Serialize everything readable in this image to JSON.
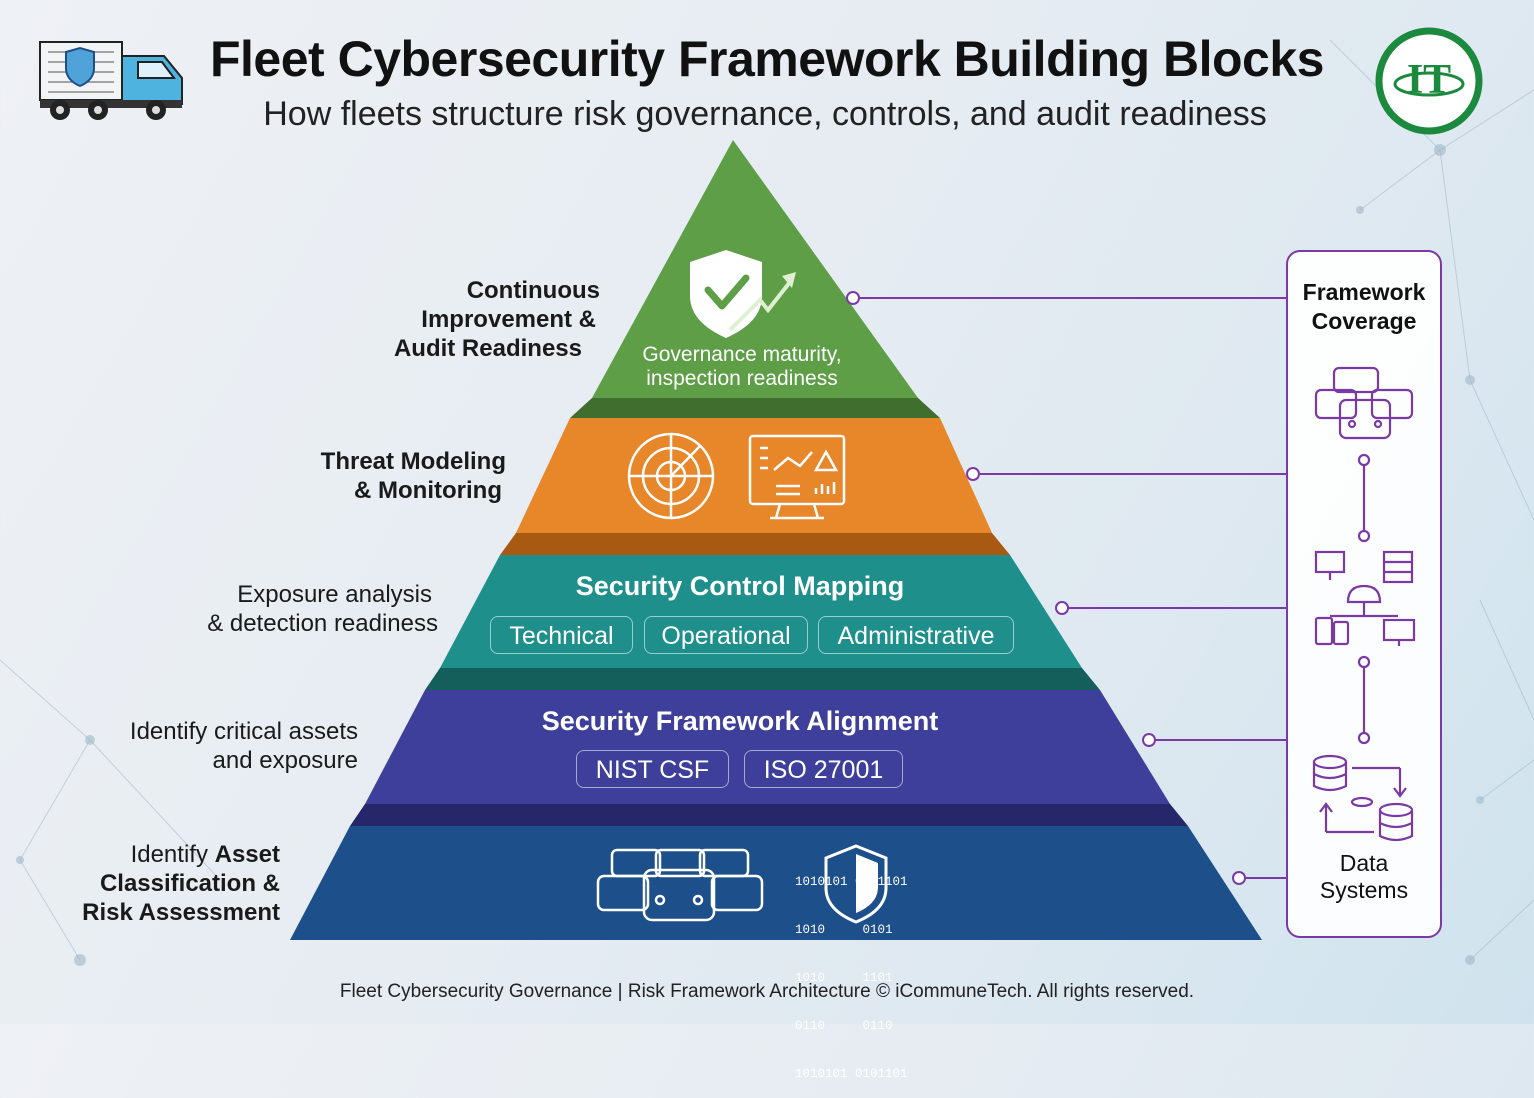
{
  "header": {
    "title": "Fleet Cybersecurity Framework Building Blocks",
    "subtitle": "How fleets structure risk governance, controls, and audit readiness",
    "logo_text": "IT"
  },
  "tiers": [
    {
      "label_lines": [
        "Continuous",
        "Improvement &",
        "Audit Readiness"
      ],
      "inner_text_lines": [
        "Governance maturity,",
        "inspection readiness"
      ],
      "color": "#5d9e46"
    },
    {
      "label_lines": [
        "Threat Modeling",
        "& Monitoring"
      ],
      "color": "#e8862a"
    },
    {
      "label_lines": [
        "Exposure analysis",
        "& detection readiness"
      ],
      "title": "Security Control Mapping",
      "pills": [
        "Technical",
        "Operational",
        "Administrative"
      ],
      "color": "#1f8f8c"
    },
    {
      "label_lines": [
        "Identify critical assets",
        "and exposure"
      ],
      "title": "Security Framework Alignment",
      "pills": [
        "NIST CSF",
        "ISO 27001"
      ],
      "color": "#3d3f9a"
    },
    {
      "label_prefix": "Identify",
      "label_bold_1": "Asset",
      "label_bold_2": "Classification &",
      "label_bold_3": "Risk Assessment",
      "binary_lines": [
        "1010101 0101101",
        "1010     0101",
        "1010     1101",
        "0110     0110",
        "1010101 0101101"
      ],
      "color": "#1d4f8a"
    }
  ],
  "coverage": {
    "title_lines": [
      "Framework",
      "Coverage"
    ],
    "bottom_lines": [
      "Data",
      "Systems"
    ],
    "accent": "#7a3aa5"
  },
  "footer": "Fleet Cybersecurity Governance | Risk Framework Architecture © iCommuneTech. All rights reserved."
}
